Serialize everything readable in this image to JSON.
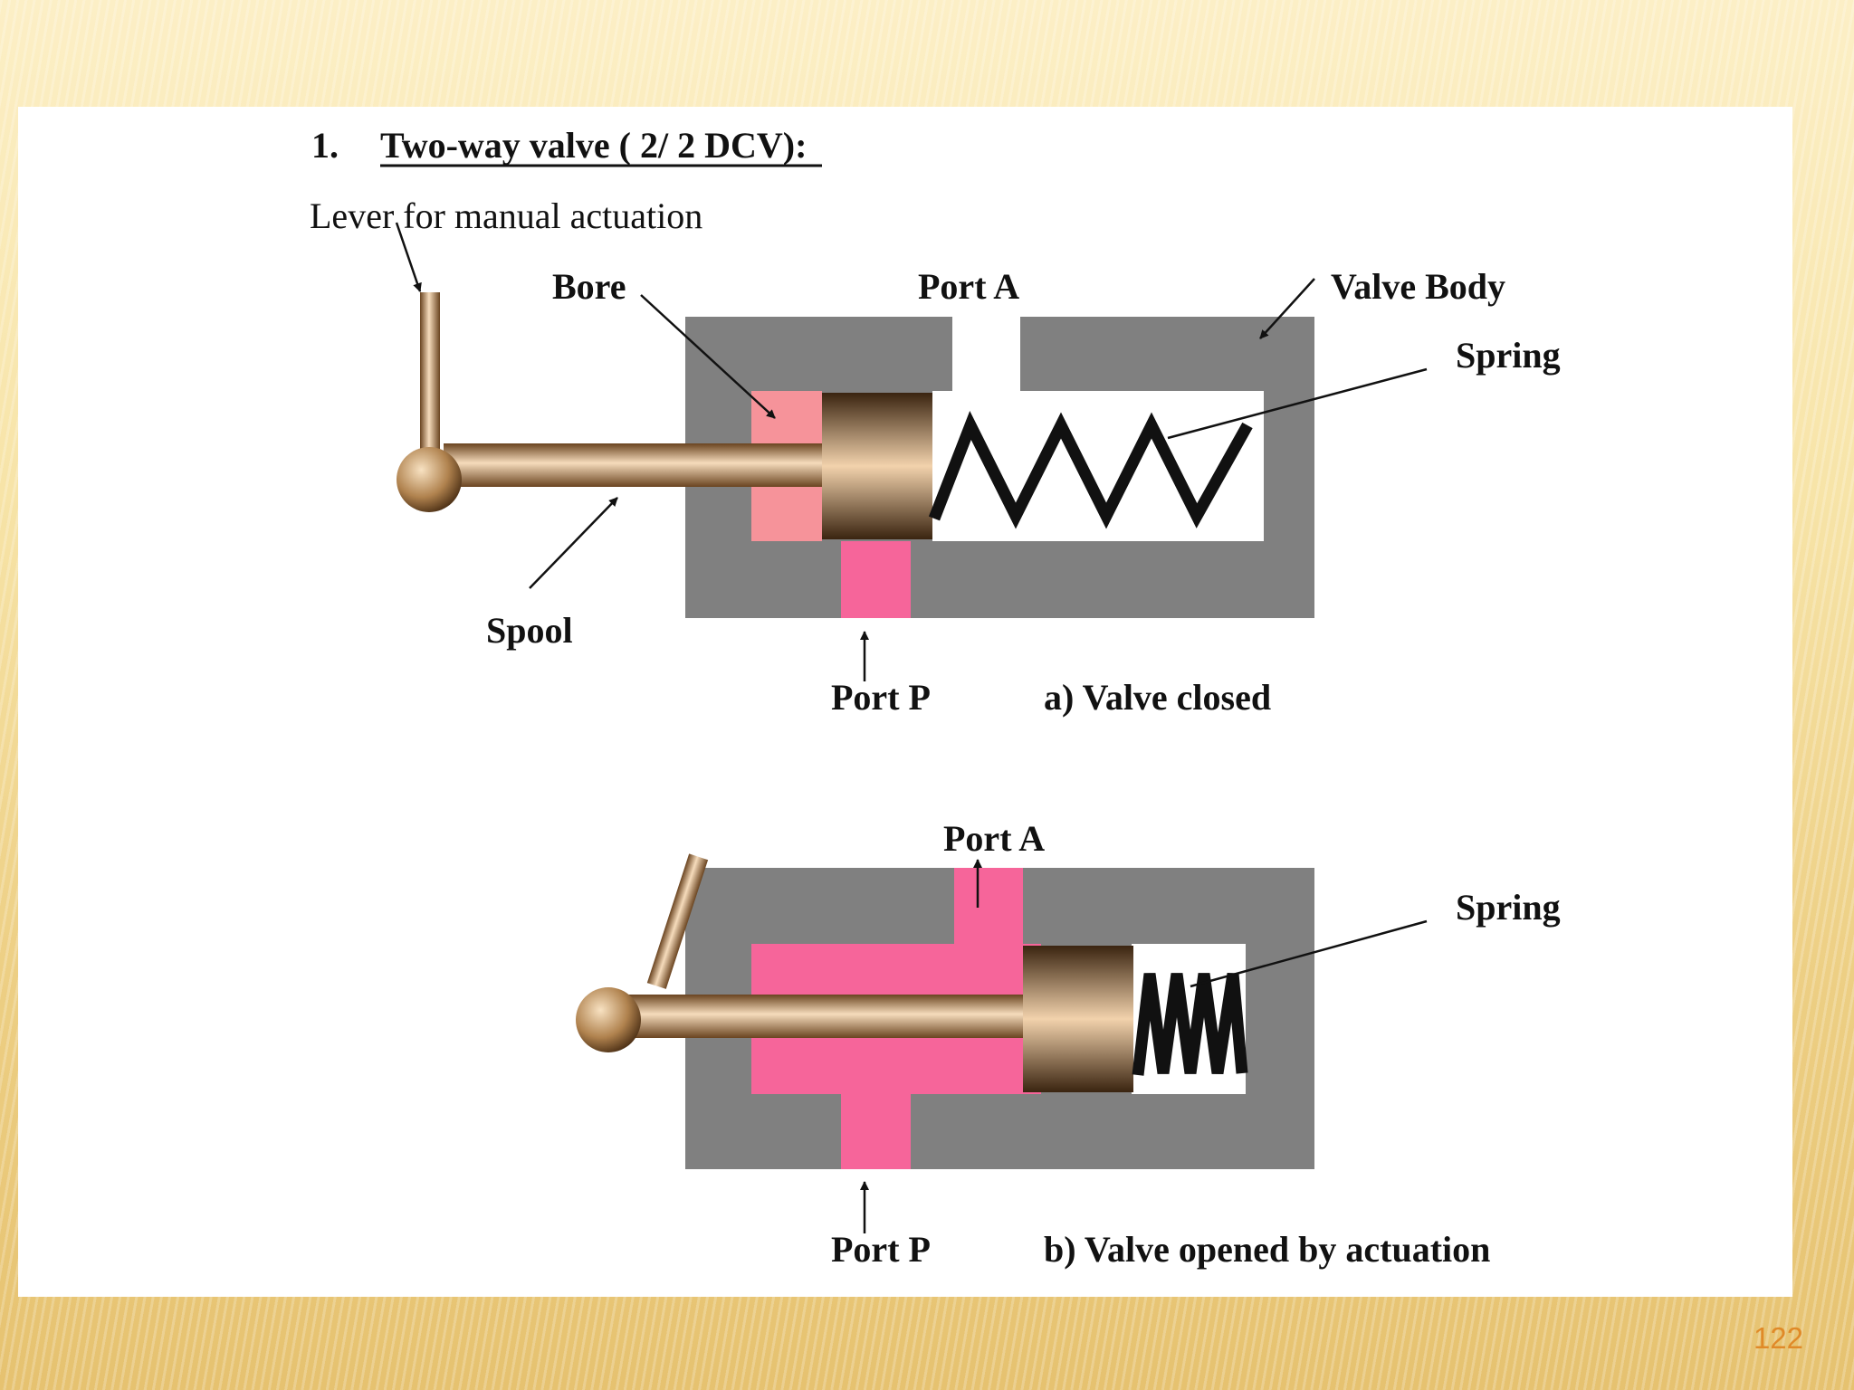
{
  "slide": {
    "heading_number": "1.",
    "heading_title": "Two-way valve ( 2/ 2 DCV):",
    "page_number": "122"
  },
  "diagram_a": {
    "label_lever": "Lever for manual actuation",
    "label_bore": "Bore",
    "label_port_a": "Port A",
    "label_valve_body": "Valve Body",
    "label_spring": "Spring",
    "label_spool": "Spool",
    "label_port_p": "Port  P",
    "caption": "a)  Valve closed"
  },
  "diagram_b": {
    "label_port_a": "Port A",
    "label_spring": "Spring",
    "label_port_p": "Port  P",
    "caption": "b) Valve opened by actuation"
  },
  "colors": {
    "valve_body": "#808080",
    "bore_closed": "#f6939a",
    "fluid": "#f6659a",
    "spool": "#d9b48a",
    "spring": "#111111",
    "page_number": "#e08a28"
  }
}
